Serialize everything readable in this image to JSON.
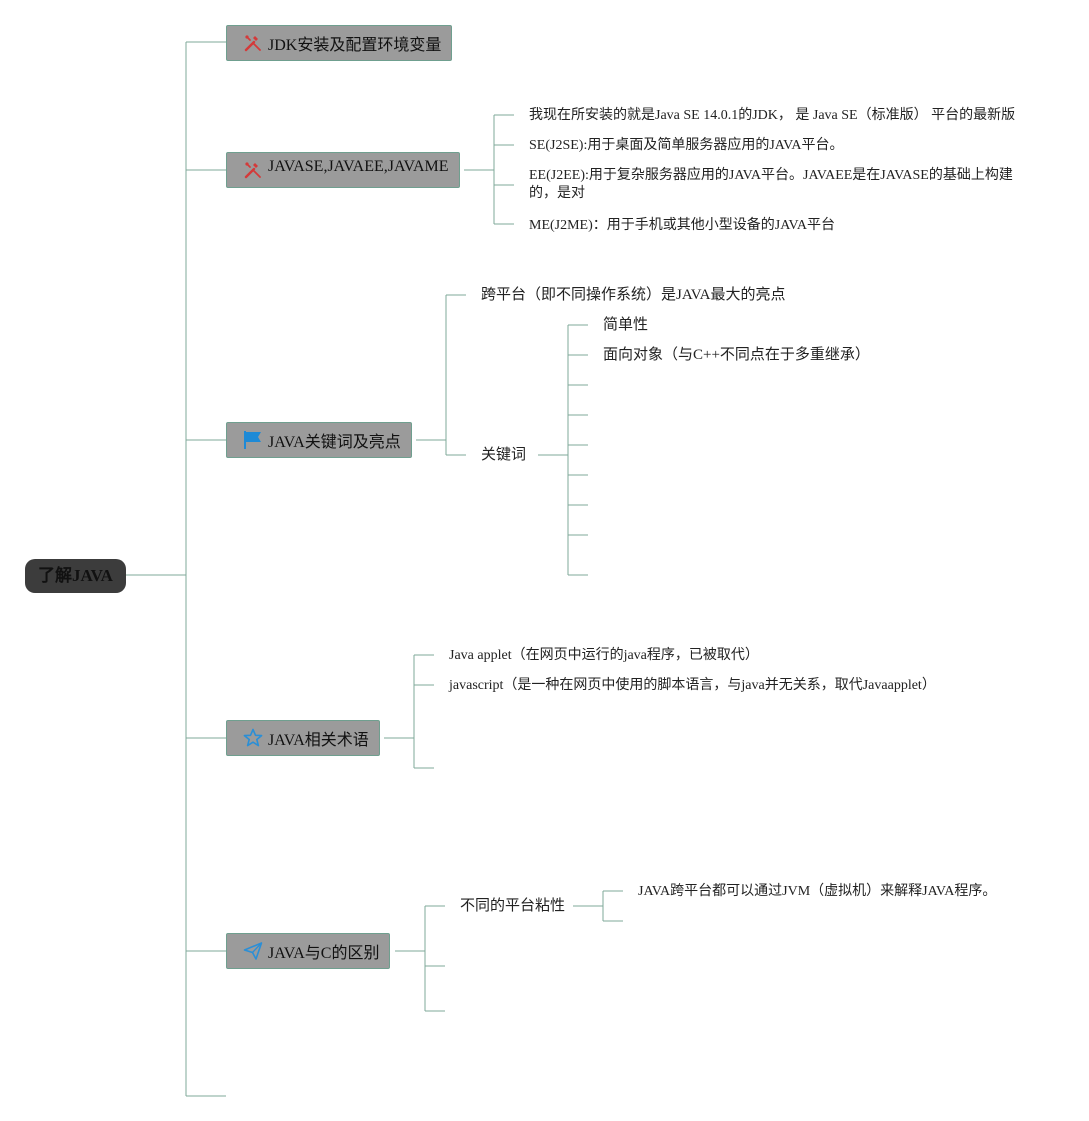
{
  "mindmap": {
    "root": {
      "label": "了解JAVA"
    },
    "branches": [
      {
        "label": "JDK安装及配置环境变量",
        "icon": "tools-icon"
      },
      {
        "label": "JAVASE,JAVAEE,JAVAME",
        "icon": "tools-icon"
      },
      {
        "label": "JAVA关键词及亮点",
        "icon": "flag-icon"
      },
      {
        "label": "JAVA相关术语",
        "icon": "star-icon"
      },
      {
        "label": "JAVA与C的区别",
        "icon": "paper-plane-icon"
      }
    ],
    "javase_items": [
      "我现在所安装的就是Java SE 14.0.1的JDK， 是 Java SE（标准版） 平台的最新版",
      "SE(J2SE):用于桌面及简单服务器应用的JAVA平台。",
      "EE(J2EE):用于复杂服务器应用的JAVA平台。JAVAEE是在JAVASE的基础上构建的，是对",
      "ME(J2ME)：用于手机或其他小型设备的JAVA平台"
    ],
    "keyword_items": {
      "highlight": "跨平台（即不同操作系统）是JAVA最大的亮点",
      "keywords_label": "关键词",
      "keywords": [
        "简单性",
        "面向对象（与C++不同点在于多重继承）"
      ]
    },
    "terms_items": [
      "Java applet（在网页中运行的java程序，已被取代）",
      "javascript（是一种在网页中使用的脚本语言，与java并无关系，取代Javaapplet）"
    ],
    "difference_items": {
      "platform_label": "不同的平台粘性",
      "platform_detail": "JAVA跨平台都可以通过JVM（虚拟机）来解释JAVA程序。"
    }
  },
  "colors": {
    "connector": "#7fa89a",
    "root_fill": "#3c3c3c",
    "branch_fill": "#9b9b9b",
    "branch_border": "#6f9f8f",
    "tools_icon": "#d43a3a",
    "flag_icon": "#1e8ad6",
    "star_icon": "#2b8fd6",
    "plane_icon": "#2b8fd6"
  }
}
